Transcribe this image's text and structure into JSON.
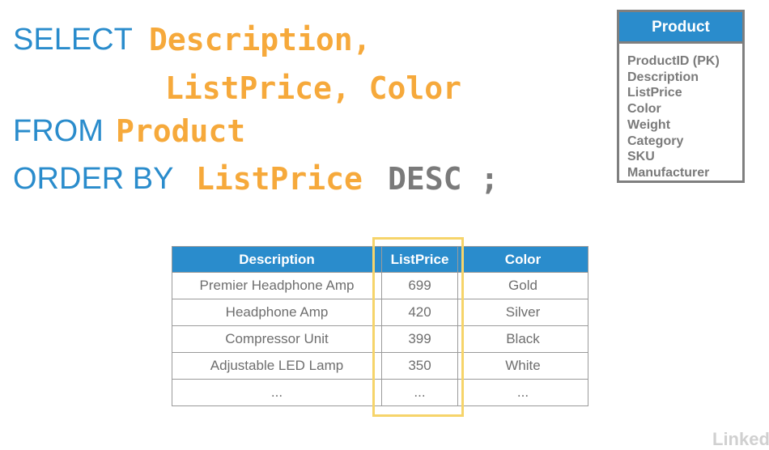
{
  "sql": {
    "select_kw": "SELECT",
    "select_cols_1": "Description,",
    "select_cols_2": "ListPrice, Color",
    "from_kw": "FROM",
    "table_name": "Product",
    "orderby_kw": "ORDER BY",
    "order_col": "ListPrice",
    "order_dir": "DESC ;"
  },
  "entity": {
    "title": "Product",
    "fields": [
      "ProductID (PK)",
      "Description",
      "ListPrice",
      "Color",
      "Weight",
      "Category",
      "SKU",
      "Manufacturer"
    ]
  },
  "results": {
    "headers": [
      "Description",
      "ListPrice",
      "Color"
    ],
    "rows": [
      [
        "Premier Headphone Amp",
        "699",
        "Gold"
      ],
      [
        "Headphone Amp",
        "420",
        "Silver"
      ],
      [
        "Compressor Unit",
        "399",
        "Black"
      ],
      [
        "Adjustable LED Lamp",
        "350",
        "White"
      ],
      [
        "...",
        "...",
        "..."
      ]
    ]
  },
  "watermark": "Linked",
  "colors": {
    "keyword": "#2a8ccc",
    "identifier": "#f6a93b",
    "operator": "#7a7a7a",
    "highlight": "#f6d46a"
  }
}
